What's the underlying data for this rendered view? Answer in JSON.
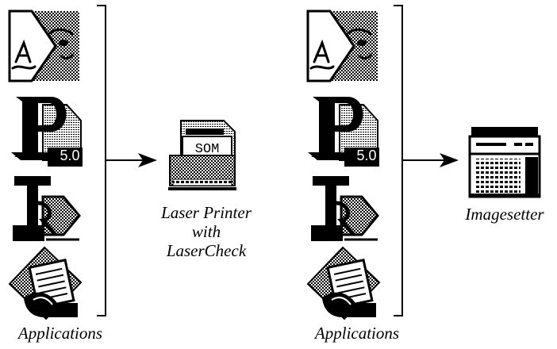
{
  "labels": {
    "applications_left": "Applications",
    "applications_right": "Applications",
    "laser_printer_line1": "Laser Printer",
    "laser_printer_line2": "with",
    "laser_printer_line3": "LaserCheck",
    "imagesetter": "Imagesetter"
  },
  "icons": {
    "app_1": "illustrator-app-icon",
    "app_2": "pagemaker-5-app-icon",
    "app_3": "quarkxpress-app-icon",
    "app_4": "freehand-app-icon",
    "printer": "laser-printer-icon",
    "imagesetter": "imagesetter-icon"
  },
  "icon_text": {
    "version": "5.0",
    "printer_screen": "SOM"
  }
}
